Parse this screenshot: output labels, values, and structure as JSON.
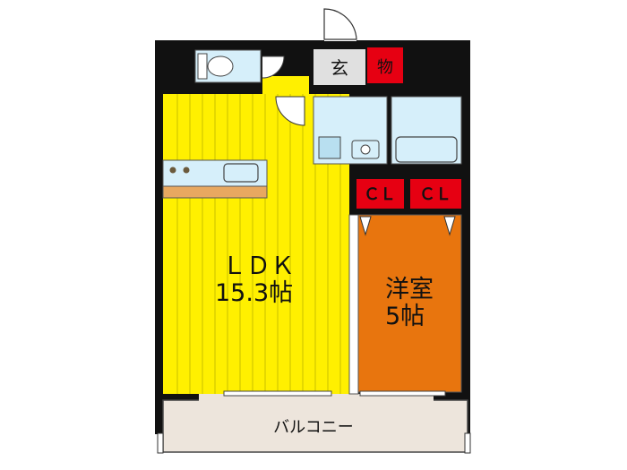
{
  "rooms": {
    "ldk": {
      "name": "ＬＤＫ",
      "size": "15.3帖",
      "color": "#fff000"
    },
    "western": {
      "name": "洋室",
      "size": "5帖",
      "color": "#e8750e"
    },
    "entrance": {
      "name": "玄"
    },
    "storage": {
      "name": "物",
      "color": "#e60012"
    },
    "closet1": {
      "name": "ＣＬ",
      "color": "#e60012"
    },
    "closet2": {
      "name": "ＣＬ",
      "color": "#e60012"
    },
    "balcony": {
      "name": "バルコニー",
      "color": "#ede5dc"
    }
  },
  "colors": {
    "wall": "#111111",
    "wet_area": "#d6effa",
    "kitchen_counter": "#e8a860",
    "floor_line": "#c9bf00"
  }
}
